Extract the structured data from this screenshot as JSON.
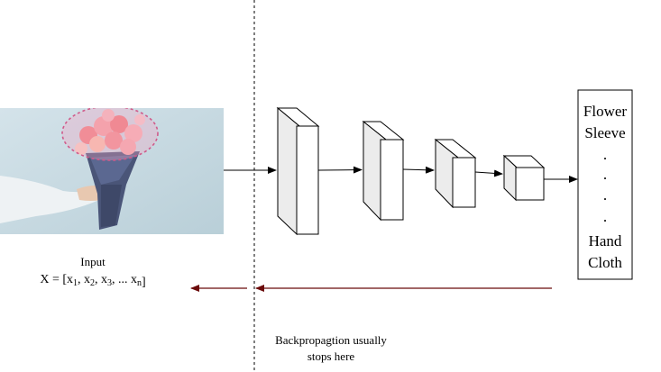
{
  "input": {
    "label": "Input",
    "formula": {
      "lhs": "X = [",
      "terms": [
        {
          "base": "x",
          "sub": "1",
          "sep": ", "
        },
        {
          "base": "x",
          "sub": "2",
          "sep": ", "
        },
        {
          "base": "x",
          "sub": "3",
          "sep": ", ... "
        },
        {
          "base": "x",
          "sub": "n",
          "sep": ""
        }
      ],
      "rhs": "]"
    }
  },
  "network": {
    "layers": 4,
    "face_color": "#ffffff",
    "stroke_color": "#000000"
  },
  "output": {
    "labels": [
      "Flower",
      "Sleeve",
      ".",
      ".",
      ".",
      ".",
      "Hand",
      "Cloth"
    ]
  },
  "backprop": {
    "caption_line1": "Backpropagtion usually",
    "caption_line2": "stops here",
    "arrow_color": "#6b0a0a"
  },
  "colors": {
    "photo_bg": "#c9dbe2",
    "highlight": "#d05a8a"
  }
}
